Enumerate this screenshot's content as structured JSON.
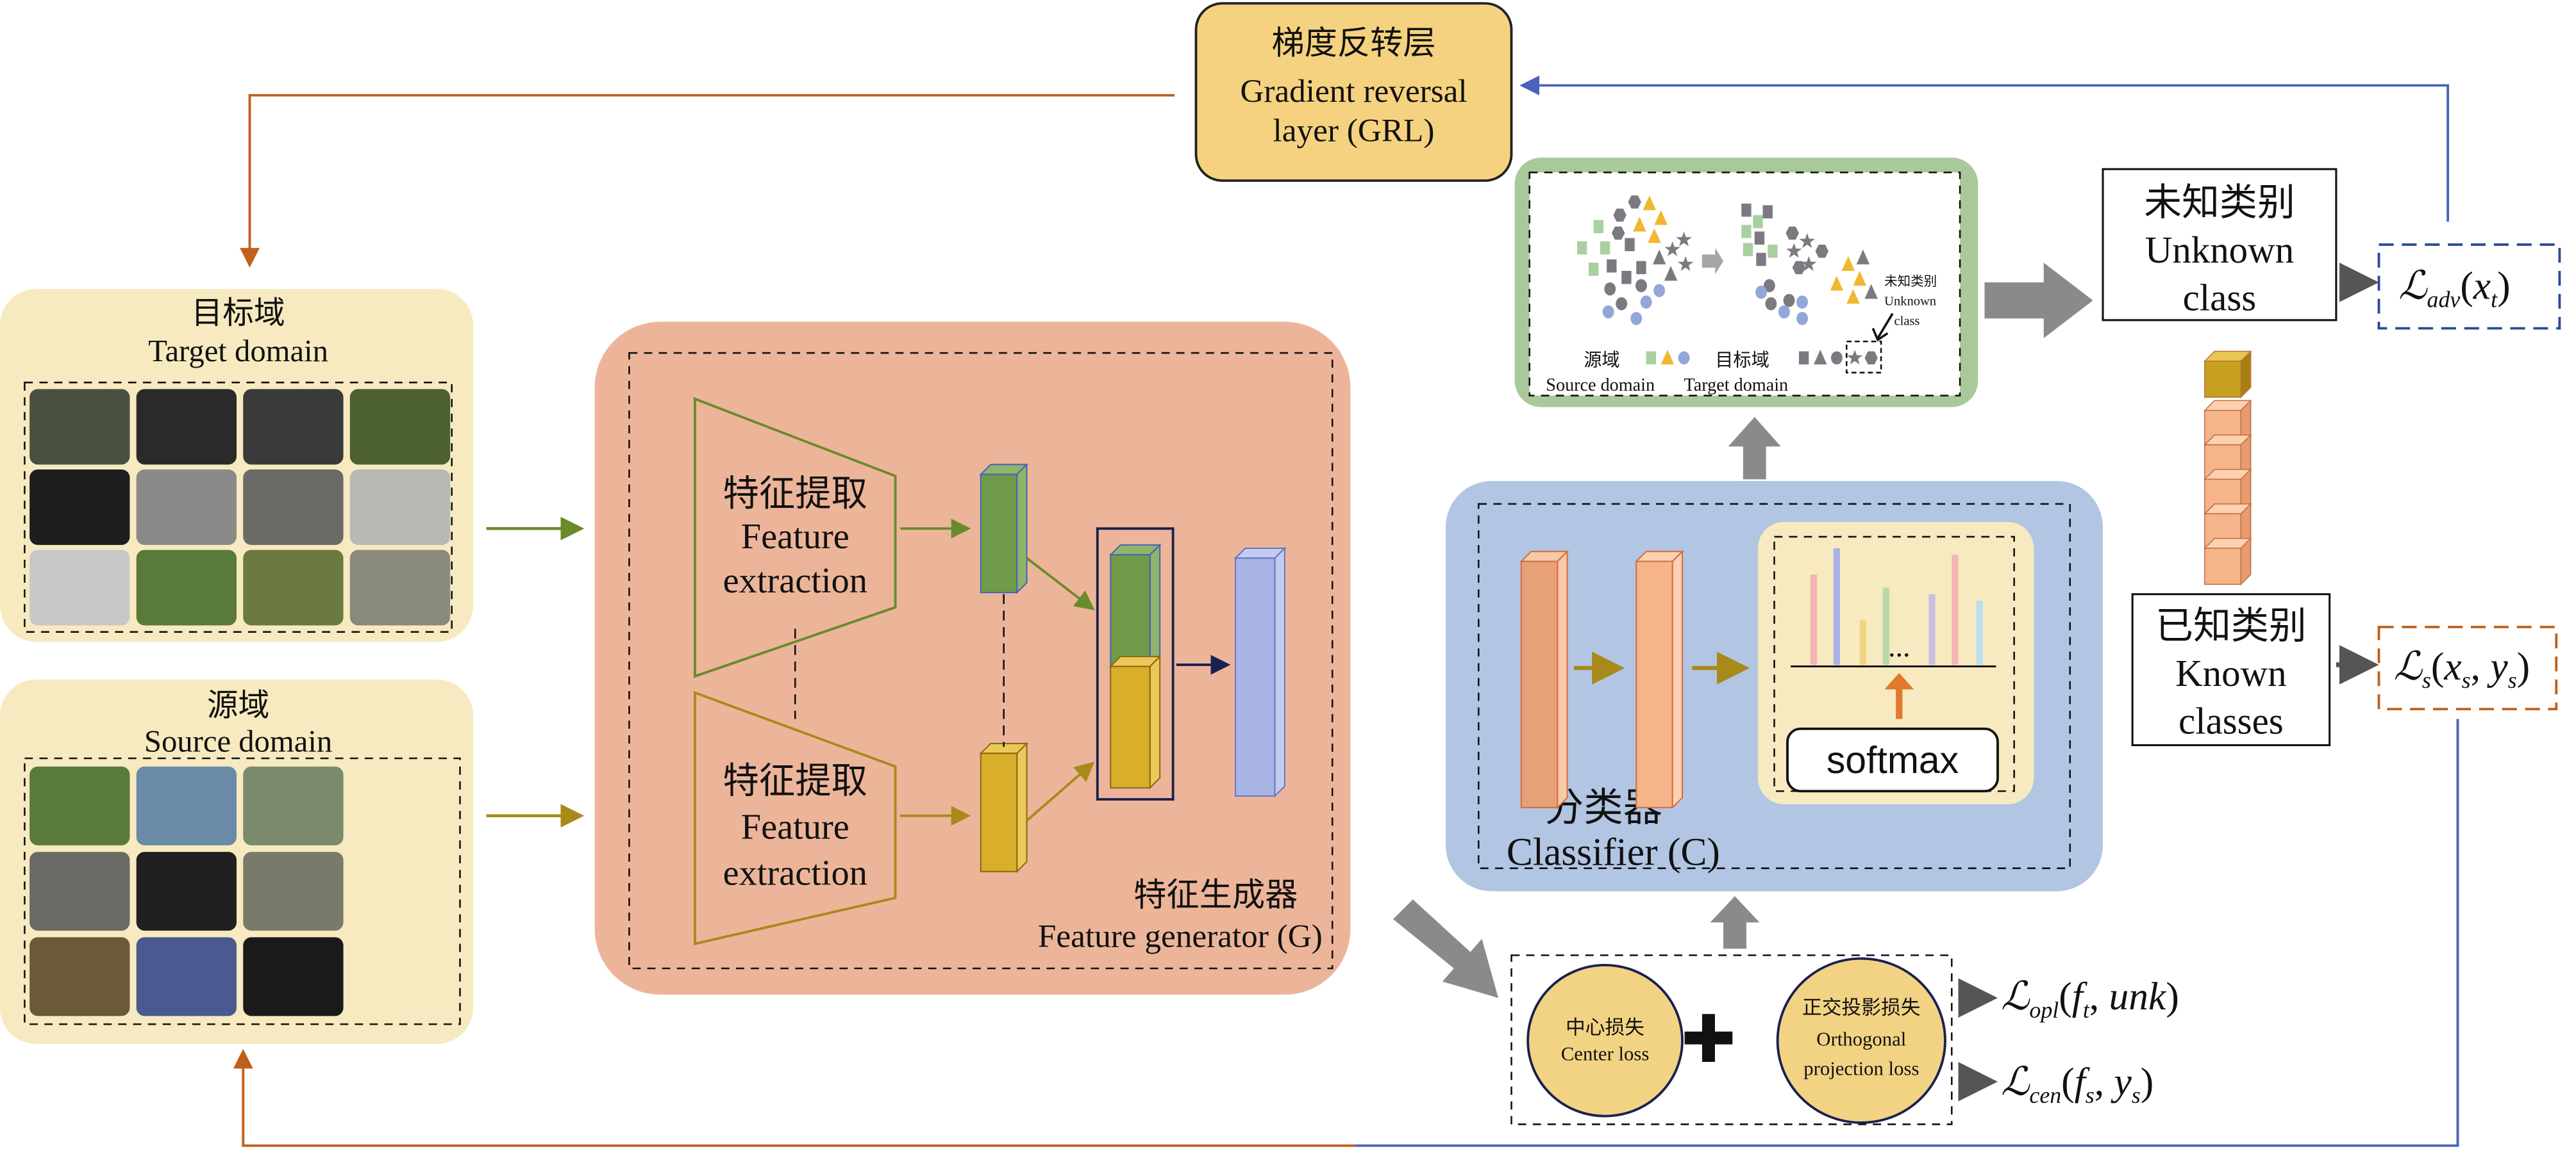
{
  "grl": {
    "zh": "梯度反转层",
    "en1": "Gradient reversal",
    "en2": "layer (GRL)"
  },
  "target": {
    "zh": "目标域",
    "en": "Target domain"
  },
  "source": {
    "zh": "源域",
    "en": "Source domain"
  },
  "feature_extraction": {
    "zh": "特征提取",
    "en1": "Feature",
    "en2": "extraction"
  },
  "generator": {
    "zh": "特征生成器",
    "en": "Feature generator (G)"
  },
  "classifier": {
    "zh": "分类器",
    "en": "Classifier (C)",
    "softmax": "softmax",
    "ellipsis": "..."
  },
  "tsne": {
    "unknown_zh": "未知类别",
    "unknown_en1": "Unknown",
    "unknown_en2": "class",
    "source_zh": "源域",
    "target_zh": "目标域",
    "source_en": "Source domain",
    "target_en": "Target domain"
  },
  "unknown_box": {
    "zh": "未知类别",
    "en1": "Unknown",
    "en2": "class"
  },
  "known_box": {
    "zh": "已知类别",
    "en1": "Known",
    "en2": "classes"
  },
  "losses": {
    "center": {
      "zh": "中心损失",
      "en": "Center loss"
    },
    "opl": {
      "zh": "正交投影损失",
      "en1": "Orthogonal",
      "en2": "projection loss"
    },
    "plus": "✚",
    "L": "ℒ",
    "adv": {
      "sub": "adv",
      "open": "(",
      "x": "x",
      "xsub": "t",
      "close": ")"
    },
    "s": {
      "sub": "s",
      "open": "(",
      "x": "x",
      "xsub": "s",
      "comma": ", ",
      "y": "y",
      "ysub": "s",
      "close": ")"
    },
    "opl_formula": {
      "sub": "opl",
      "open": "(",
      "f": "f",
      "fsub": "t",
      "comma": ", ",
      "unk": "unk",
      "close": ")"
    },
    "cen_formula": {
      "sub": "cen",
      "open": "(",
      "f": "f",
      "fsub": "s",
      "comma": ", ",
      "y": "y",
      "ysub": "s",
      "close": ")"
    }
  },
  "colors": {
    "grl": "#f5d27f",
    "domain_panel": "#f7eac0",
    "generator_panel": "#ecb59a",
    "classifier_panel": "#b2c5e3",
    "tsne_panel": "#a9c99b",
    "orange_line": "#c0601a",
    "blue_line": "#4a62b8",
    "green_arrow": "#6b8a2a",
    "olive_arrow": "#a88a1a",
    "green_feature": "#6f9a4a",
    "yellow_feature": "#d8ae2a",
    "blue_feature": "#a9b4e6",
    "orange_feature": "#f5b48a"
  }
}
